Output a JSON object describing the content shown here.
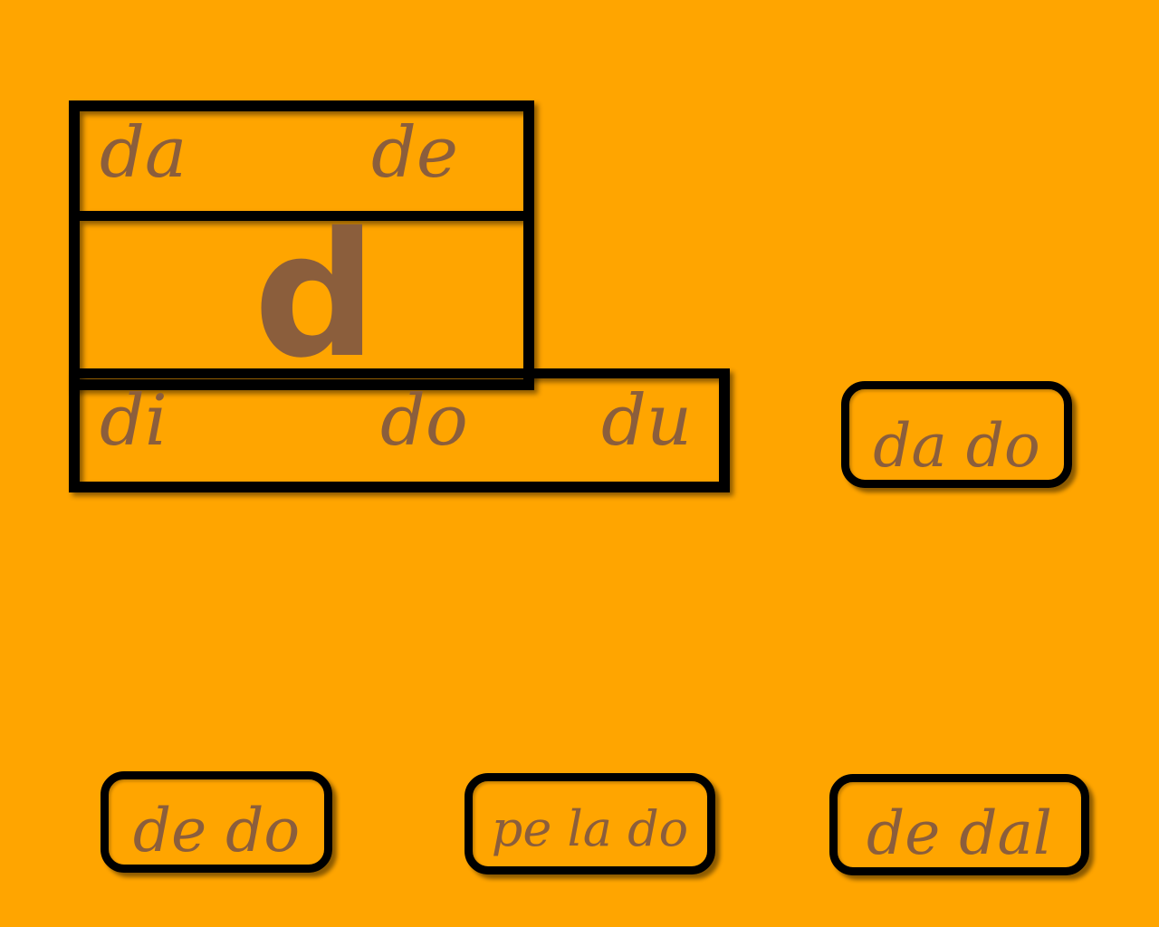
{
  "board": {
    "top_syllables": [
      "da",
      "de"
    ],
    "letter": "d",
    "bottom_syllables": [
      "di",
      "do",
      "du"
    ]
  },
  "cards": [
    {
      "word": "da do"
    },
    {
      "word": "de do"
    },
    {
      "word": "pe la do"
    },
    {
      "word": "de dal"
    }
  ],
  "colors": {
    "background": "#FFA500",
    "text": "#8B5E3C",
    "border": "#000000"
  }
}
